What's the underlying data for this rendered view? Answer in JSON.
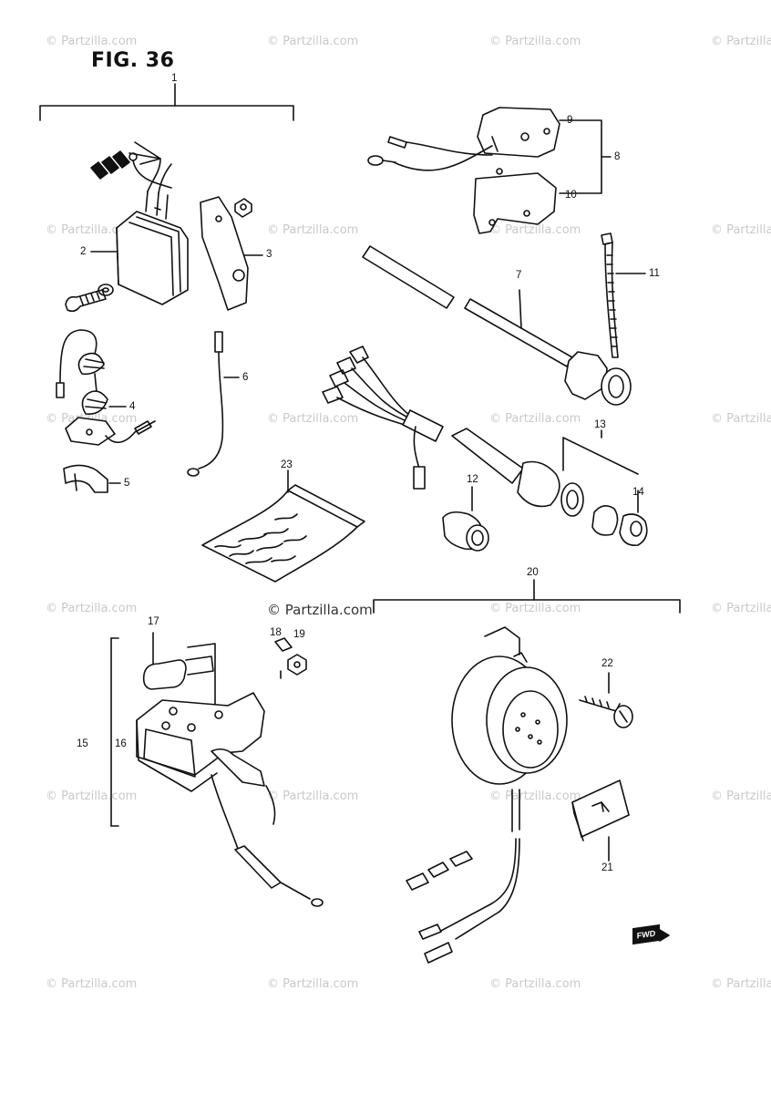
{
  "figure": {
    "title": "FIG. 36",
    "direction_tag": "FWD"
  },
  "callouts": [
    "1",
    "2",
    "3",
    "4",
    "5",
    "6",
    "7",
    "8",
    "9",
    "10",
    "11",
    "12",
    "13",
    "14",
    "15",
    "16",
    "17",
    "18",
    "19",
    "20",
    "21",
    "22",
    "23"
  ],
  "watermark": {
    "text": "© Partzilla.com",
    "feature_text": "© Partzilla.com"
  }
}
